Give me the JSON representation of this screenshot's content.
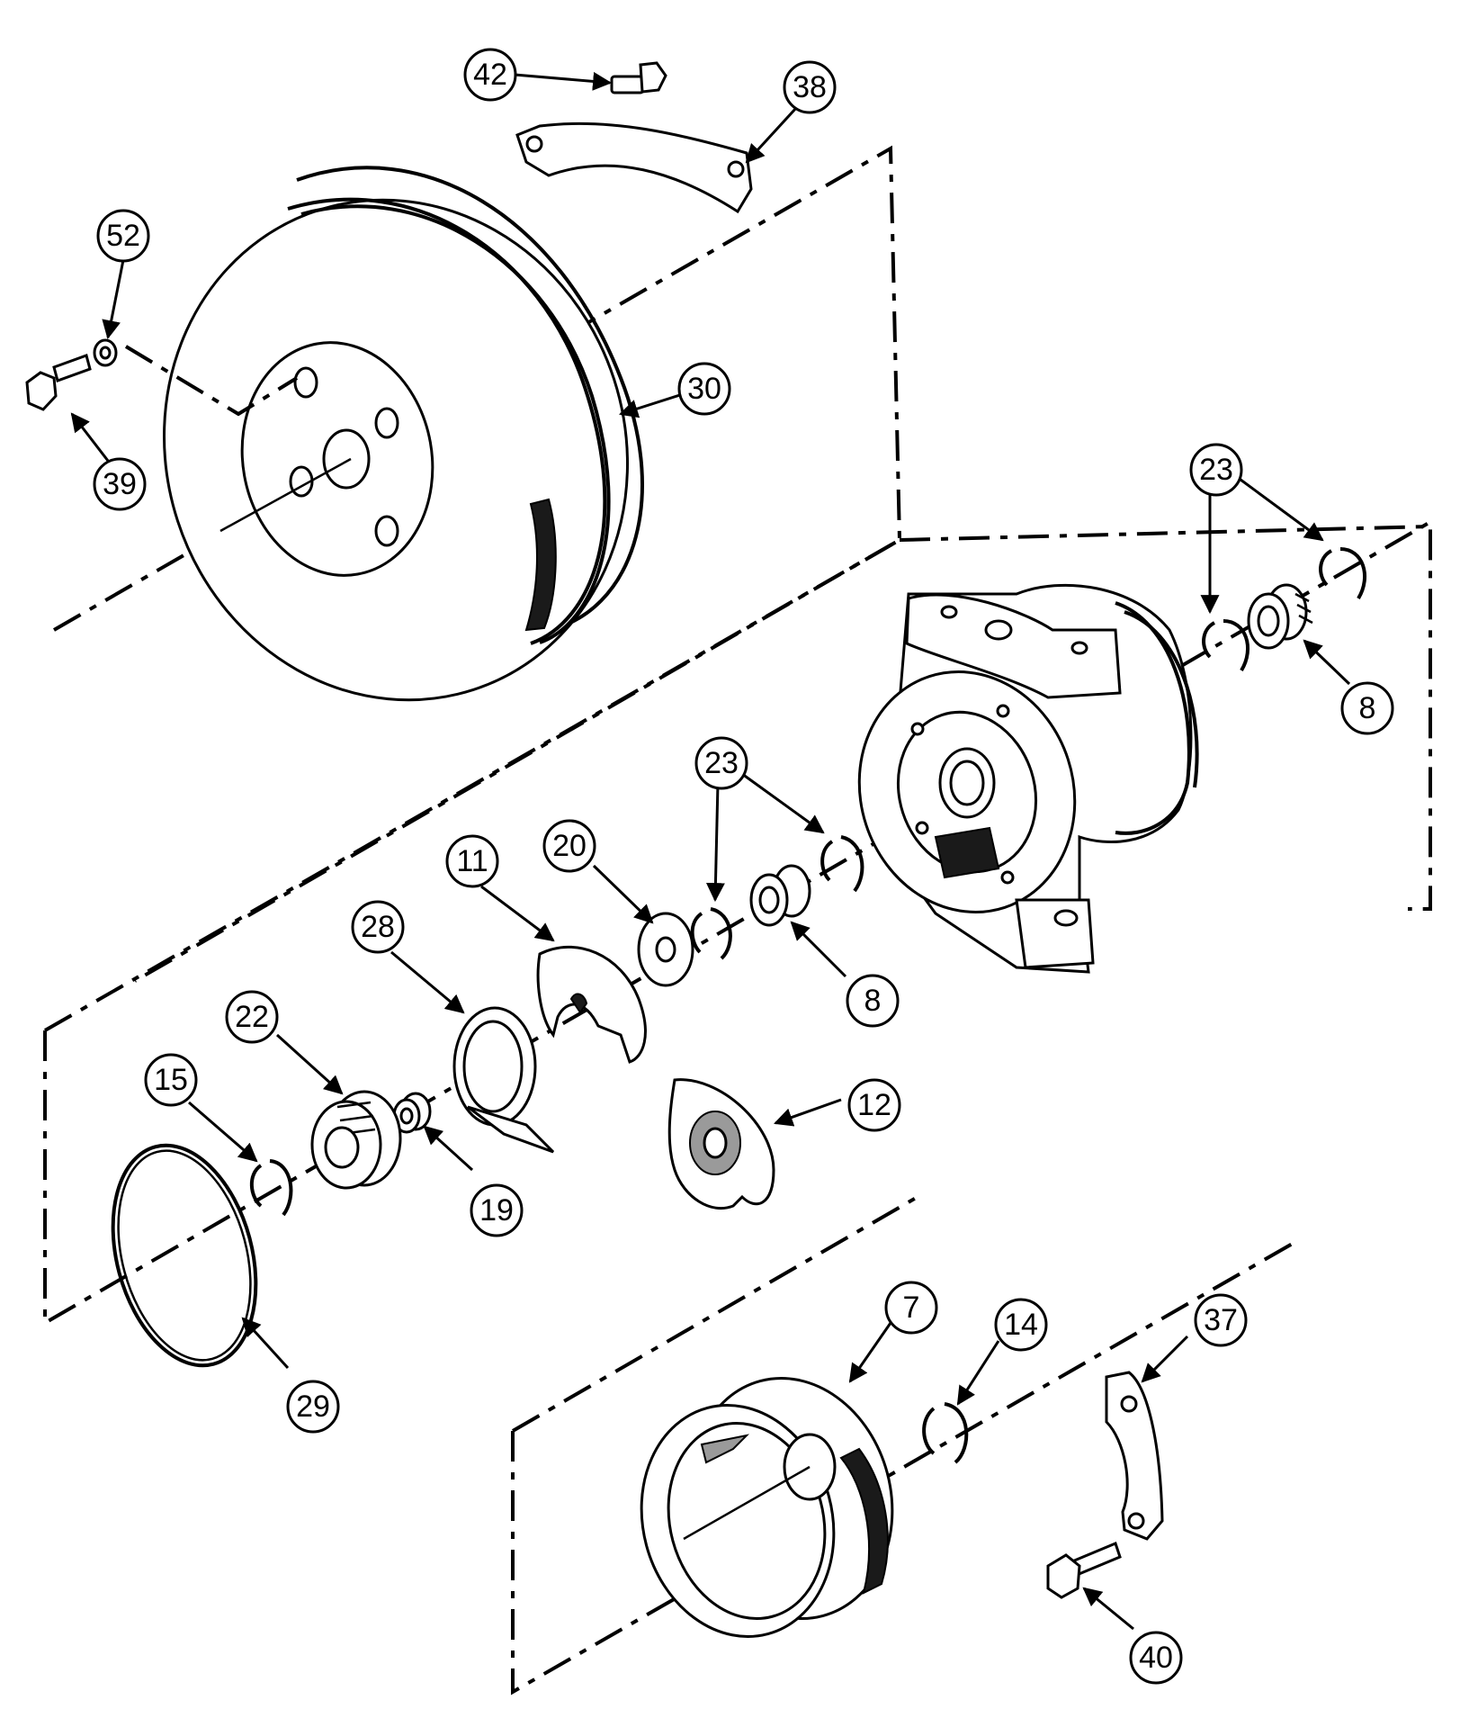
{
  "diagram": {
    "callouts": [
      {
        "id": "c42",
        "label": "42"
      },
      {
        "id": "c38",
        "label": "38"
      },
      {
        "id": "c52",
        "label": "52"
      },
      {
        "id": "c30",
        "label": "30"
      },
      {
        "id": "c39",
        "label": "39"
      },
      {
        "id": "c23a",
        "label": "23"
      },
      {
        "id": "c8a",
        "label": "8"
      },
      {
        "id": "c23b",
        "label": "23"
      },
      {
        "id": "c20",
        "label": "20"
      },
      {
        "id": "c11",
        "label": "11"
      },
      {
        "id": "c28",
        "label": "28"
      },
      {
        "id": "c8b",
        "label": "8"
      },
      {
        "id": "c22",
        "label": "22"
      },
      {
        "id": "c15",
        "label": "15"
      },
      {
        "id": "c12",
        "label": "12"
      },
      {
        "id": "c19",
        "label": "19"
      },
      {
        "id": "c29",
        "label": "29"
      },
      {
        "id": "c7",
        "label": "7"
      },
      {
        "id": "c14",
        "label": "14"
      },
      {
        "id": "c37",
        "label": "37"
      },
      {
        "id": "c40",
        "label": "40"
      }
    ]
  }
}
